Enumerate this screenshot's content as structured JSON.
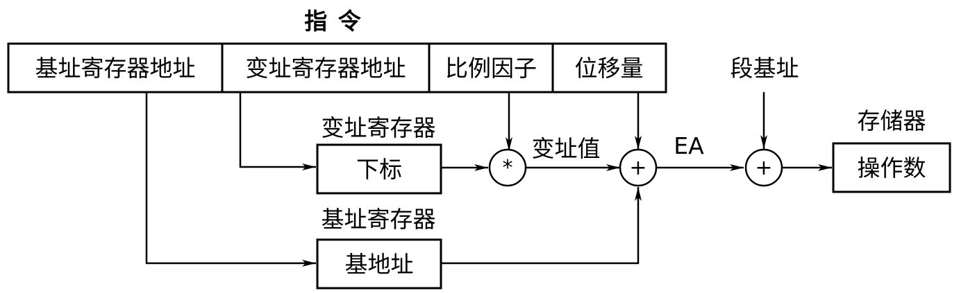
{
  "title": "指 令",
  "instruction_fields": [
    "基址寄存器地址",
    "变址寄存器地址",
    "比例因子",
    "位移量"
  ],
  "labels": {
    "index_register": "变址寄存器",
    "base_register": "基址寄存器",
    "index_value": "变址值",
    "ea": "EA",
    "segment_base": "段基址",
    "memory": "存储器"
  },
  "boxes": {
    "subscript": "下标",
    "base_address": "基地址",
    "operand": "操作数"
  },
  "operators": {
    "multiply": "*",
    "add1": "+",
    "add2": "+"
  }
}
